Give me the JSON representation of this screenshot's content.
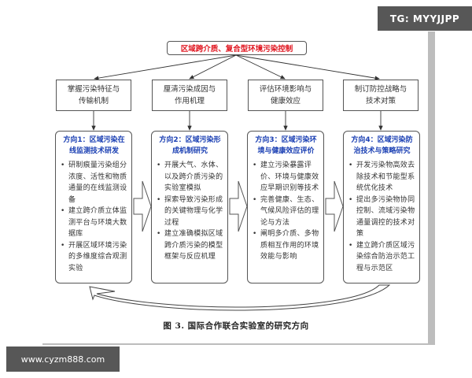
{
  "watermarks": {
    "top": "TG: MYYJJPP",
    "bottom": "www.cyzm888.com"
  },
  "diagram": {
    "root": "区域跨介质、复合型环境污染控制",
    "colors": {
      "root_text": "#e0141e",
      "direction_title": "#1a3fb3",
      "border": "#555555"
    },
    "goals": [
      {
        "line1": "掌握污染特征与",
        "line2": "传输机制"
      },
      {
        "line1": "厘清污染成因与",
        "line2": "作用机理"
      },
      {
        "line1": "评估环境影响与",
        "line2": "健康效应"
      },
      {
        "line1": "制订防控战略与",
        "line2": "技术对策"
      }
    ],
    "directions": [
      {
        "title": "方向1：区域污染在线监测技术研发",
        "items": [
          "研制痕量污染组分浓度、活性和物质通量的在线监测设备",
          "建立跨介质立体监测平台与环境大数据库",
          "开展区域环境污染的多维度综合观测实验"
        ]
      },
      {
        "title": "方向2：区域污染形成机制研究",
        "items": [
          "开展大气、水体、以及跨介质污染的实验室模拟",
          "探索导致污染形成的关键物理与化学过程",
          "建立准确模拟区域跨介质污染的模型框架与反应机理"
        ]
      },
      {
        "title": "方向3：区域污染环境与健康效应评价",
        "items": [
          "建立污染暴露评价、环境与健康效应早期识别等技术",
          "完善健康、生态、气候风险评估的理论与方法",
          "阐明多介质、多物质相互作用的环境效能与影响"
        ]
      },
      {
        "title": "方向4：区域污染防治技术与策略研究",
        "items": [
          "开发污染物高效去除技术和节能型系统优化技术",
          "提出多污染物协同控制、流域污染物通量调控的技术对策",
          "建立跨介质区域污染综合防治示范工程与示范区"
        ]
      }
    ],
    "caption": "图 3. 国际合作联合实验室的研究方向"
  }
}
